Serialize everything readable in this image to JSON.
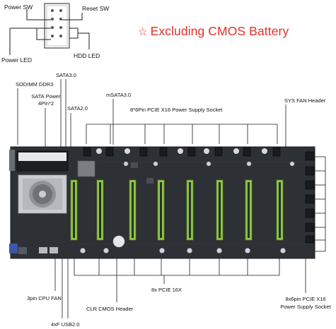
{
  "headline": {
    "text": "Excluding CMOS Battery",
    "star": "☆",
    "color": "#e03127"
  },
  "header_diagram": {
    "power_sw": "Power SW",
    "reset_sw": "Reset SW",
    "power_led": "Power LED",
    "hdd_led": "HDD LED"
  },
  "labels": {
    "sodimm": "SODIMM DDR3",
    "sata30": "SATA3.0",
    "sata_power_1": "SATA Power",
    "sata_power_2": "4Pin*2",
    "sata20": "SATA2.0",
    "msata": "mSATA3.0",
    "pcie_8pin_top": "8*6Pin PCIE X16 Power Supply Socket",
    "sys_fan": "SYS FAN Header",
    "cpu_fan": "3pin CPU FAN",
    "usb": "4xF USB2.0",
    "clr_cmos": "CLR CMOS Header",
    "pcie_16x": "8x PCIE 16X",
    "pcie_8pin_right_1": "8x6pin PCIE X16",
    "pcie_8pin_right_2": "Power Supply Socket"
  },
  "colors": {
    "board": "#2d3035",
    "slot": "#8dc63f",
    "heatsink": "#c9ccd0",
    "line": "#1a1a1a"
  }
}
